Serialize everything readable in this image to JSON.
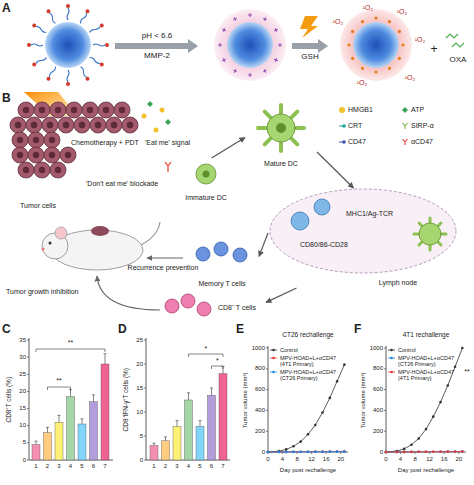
{
  "diagram": {
    "nodes": [
      {
        "text": [
          "Immature DC"
        ]
      },
      {
        "text": [
          "Mature DC"
        ]
      },
      {
        "text": [
          "MHC1/Ag-TCR",
          "CD80/86-CD28",
          "Lymph node"
        ]
      },
      {
        "text": [
          "Memory T cells"
        ]
      },
      {
        "text": [
          "CD8⁺ T cells"
        ]
      }
    ],
    "edges": [
      {
        "from": 0,
        "to": 1,
        "arrow": "to"
      },
      {
        "from": 1,
        "to": 2,
        "arrow": "to"
      },
      {
        "from": 2,
        "to": 3,
        "arrow": "to"
      },
      {
        "from": 2,
        "to": 4,
        "arrow": "to"
      }
    ],
    "labels": [
      "A",
      "pH < 6.6",
      "MMP-2",
      "GSH",
      "¹O₂",
      "¹O₂",
      "¹O₂",
      "¹O₂",
      "¹O₂",
      "¹O₂",
      "+",
      "OXA",
      "B",
      "Chemotherapy + PDT",
      "'Eat me' signal",
      "'Don't eat me' blockade",
      "Tumor cells",
      "Recurrence prevention",
      "Tumor growth inhibition",
      "C",
      "CD8⁺T cells (%)",
      "0",
      "5",
      "10",
      "15",
      "20",
      "25",
      "30",
      "35",
      "1",
      "2",
      "3",
      "4",
      "5",
      "6",
      "7",
      "**",
      "**",
      "D",
      "CD8⁺IFN-γ⁺T cells (%)",
      "0",
      "5",
      "10",
      "15",
      "20",
      "25",
      "1",
      "2",
      "3",
      "4",
      "5",
      "6",
      "7",
      "*",
      "*",
      "E",
      "CT26 rechallenge",
      "Tumor volume (mm³)",
      "0",
      "200",
      "400",
      "600",
      "800",
      "1000",
      "0",
      "4",
      "8",
      "12",
      "16",
      "20",
      "Day post rechallenge",
      "F",
      "4T1 rechallenge",
      "Tumor volume (mm³)",
      "0",
      "200",
      "400",
      "600",
      "800",
      "1000",
      "0",
      "4",
      "8",
      "12",
      "16",
      "20",
      "Day post rechallenge",
      "**"
    ],
    "legend": [
      {
        "text": "HMGB1",
        "color": "#f2c12e"
      },
      {
        "text": "ATP"
      },
      {
        "text": "CRT"
      },
      {
        "text": "SIRP-α"
      },
      {
        "text": "CD47"
      },
      {
        "text": "αCD47"
      },
      {
        "text": "Control"
      },
      {
        "text": "MPV-HOAD+L+αCD47 (4T1 Primary)"
      },
      {
        "text": "MPV-HOAD+L+αCD47 (CT26 Primary)"
      },
      {
        "text": "Control"
      },
      {
        "text": "MPV-HOAD+L+αCD47 (CT26 Primary)"
      },
      {
        "text": "MPV-HOAD+L+αCD47 (4T1 Primary)"
      }
    ]
  }
}
